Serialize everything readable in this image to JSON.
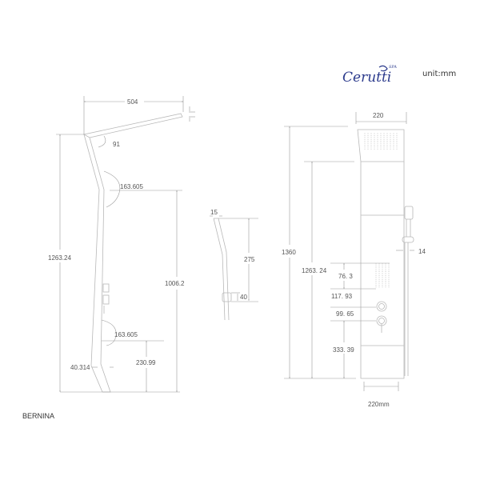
{
  "brand": {
    "logo_text": "Cerutti",
    "logo_sub": "SPA",
    "unit_label": "unit:mm"
  },
  "model_name": "BERNINA",
  "side_view": {
    "width_head": "504",
    "angle_head": "91",
    "angle_upper": "163.605",
    "angle_lower": "163.605",
    "total_height": "1263.24",
    "bend_height": "1006.2",
    "lower_bend_height": "230.99",
    "offset": "40.314"
  },
  "hand_shower": {
    "width": "15",
    "length": "275",
    "holder": "40"
  },
  "front_view": {
    "top_width": "220",
    "total_height": "1360",
    "panel_height": "1263. 24",
    "jets_height": "76. 3",
    "gap1": "117. 93",
    "gap2": "99. 65",
    "bottom_height": "333. 39",
    "hose_offset": "14",
    "bottom_width": "220mm"
  }
}
